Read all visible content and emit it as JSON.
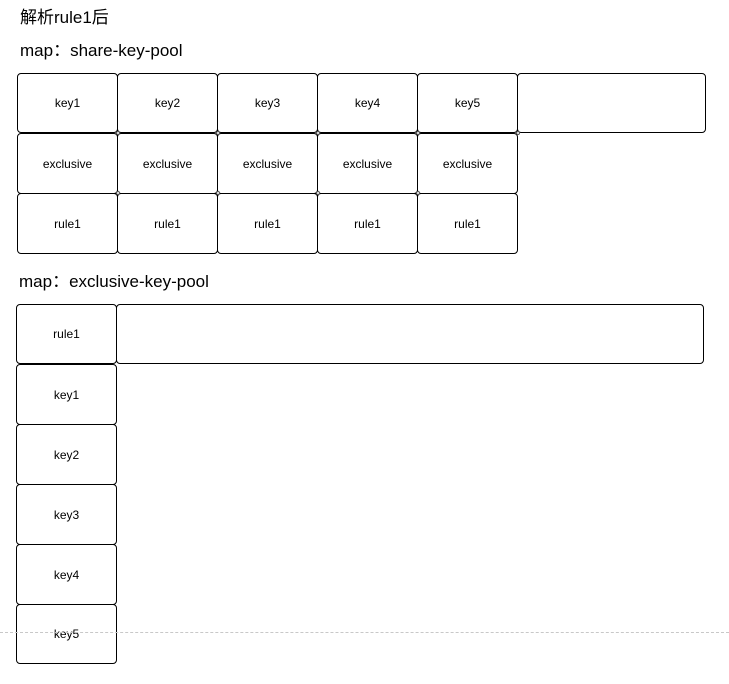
{
  "title": "解析rule1后",
  "share_pool": {
    "label": "map：share-key-pool",
    "keys": [
      "key1",
      "key2",
      "key3",
      "key4",
      "key5"
    ],
    "types": [
      "exclusive",
      "exclusive",
      "exclusive",
      "exclusive",
      "exclusive"
    ],
    "rules": [
      "rule1",
      "rule1",
      "rule1",
      "rule1",
      "rule1"
    ]
  },
  "exclusive_pool": {
    "label": "map：exclusive-key-pool",
    "rule": "rule1",
    "keys": [
      "key1",
      "key2",
      "key3",
      "key4",
      "key5"
    ]
  }
}
